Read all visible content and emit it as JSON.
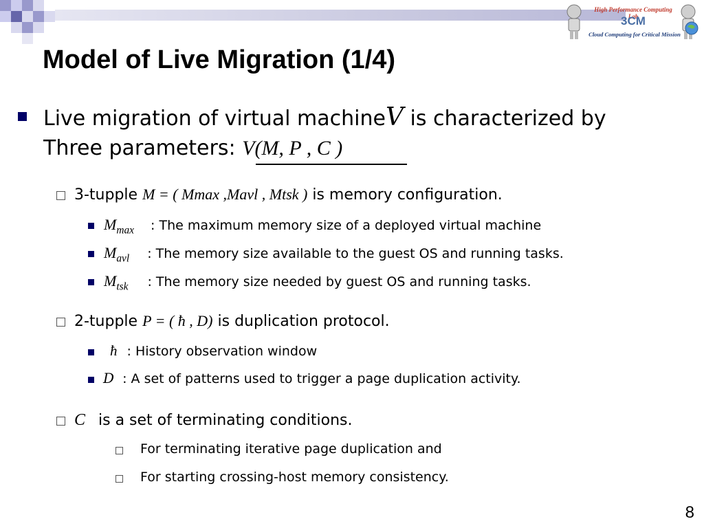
{
  "slide": {
    "title": "Model of Live Migration (1/4)",
    "page_number": "8",
    "logo": {
      "line1": "High Performance Computing Lab",
      "line2": "3CM",
      "line3": "Cloud Computing for Critical Mission"
    },
    "bullet1": {
      "text_a": "Live migration of virtual machine",
      "v_symbol": "V",
      "text_b": "is characterized by",
      "text_c": "Three parameters: ",
      "formula": "V(M, P , C )"
    },
    "memory": {
      "label": "3-tupple ",
      "formula": "M = ( Mmax ,Mavl , Mtsk )",
      "desc": " is memory configuration.",
      "items": [
        {
          "symbol": "M",
          "sub": "max",
          "desc": ": The maximum memory size of a deployed virtual machine"
        },
        {
          "symbol": "M",
          "sub": "avl",
          "desc": ": The memory size available to the guest OS and running tasks."
        },
        {
          "symbol": "M",
          "sub": "tsk",
          "desc": ": The memory size needed by guest OS and running tasks."
        }
      ]
    },
    "protocol": {
      "label": "2-tupple ",
      "formula": "P = ( ħ , D)",
      "desc": " is duplication protocol.",
      "items": [
        {
          "symbol": "ħ",
          "desc": ": History observation window"
        },
        {
          "symbol": "D",
          "desc": ": A set of patterns used to trigger a page duplication activity."
        }
      ]
    },
    "terminating": {
      "symbol": "C",
      "desc": "is a set of terminating conditions.",
      "items": [
        "For terminating iterative page duplication and",
        "For starting crossing-host memory consistency."
      ]
    }
  }
}
